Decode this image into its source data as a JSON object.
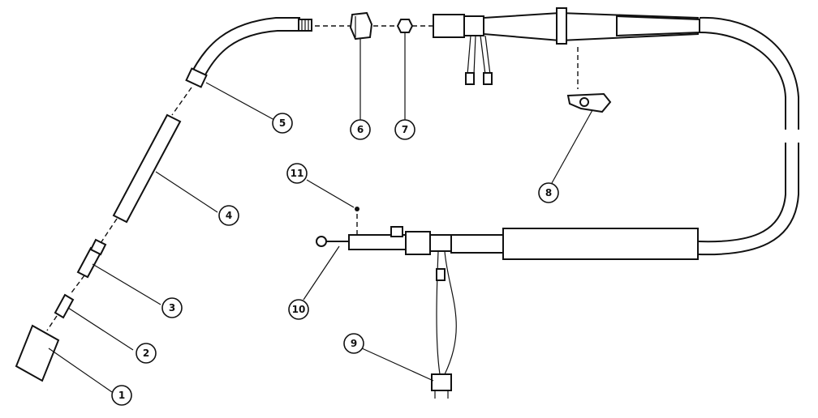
{
  "callouts": [
    "1",
    "2",
    "3",
    "4",
    "5",
    "6",
    "7",
    "8",
    "9",
    "10",
    "11"
  ],
  "colors": {
    "ink": "#111111",
    "paper": "#ffffff"
  }
}
